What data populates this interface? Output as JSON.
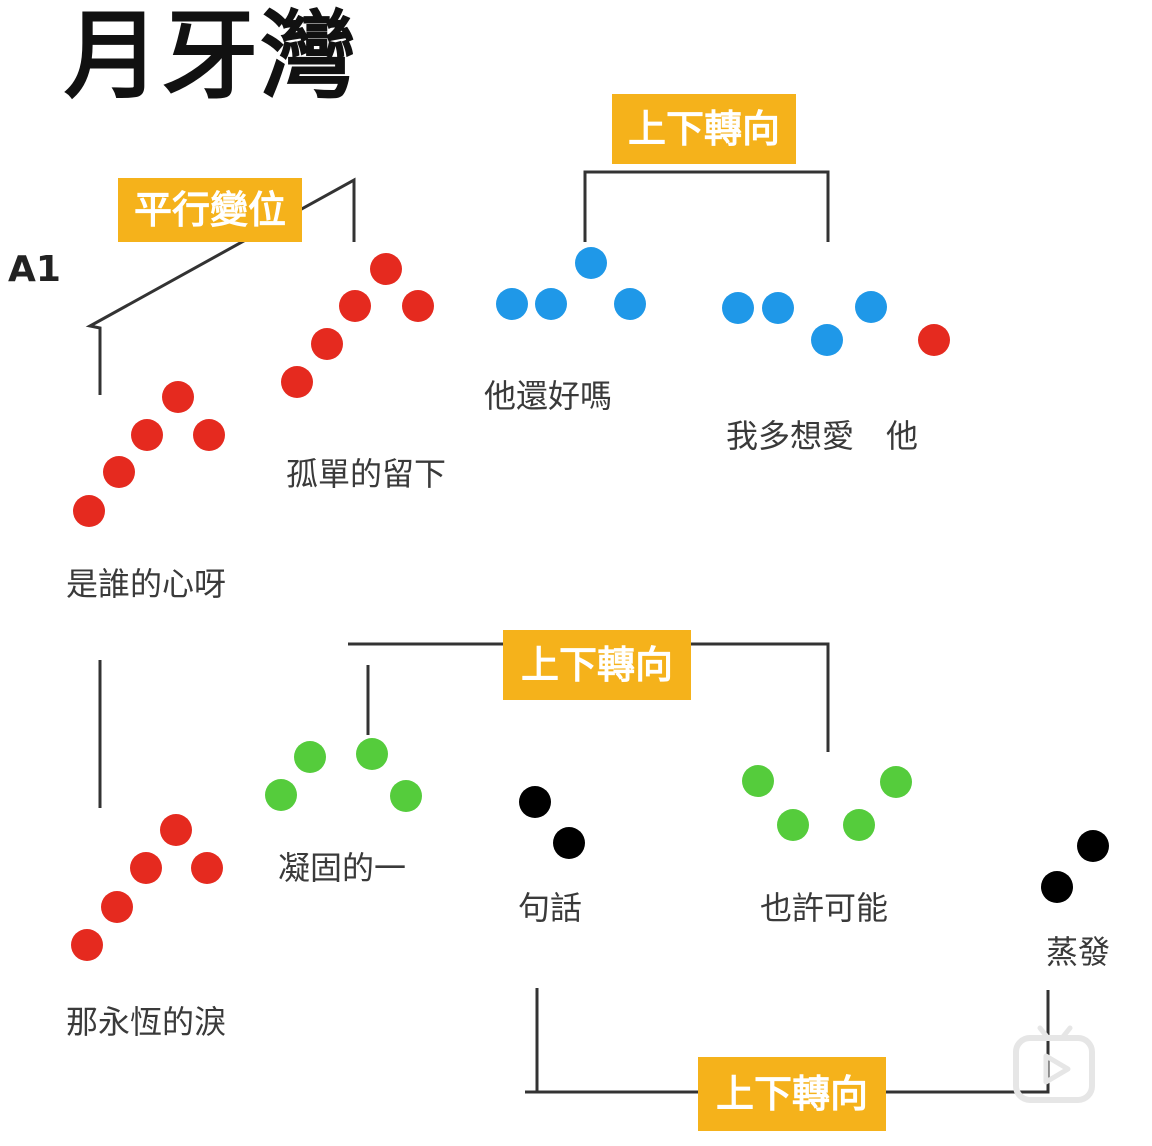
{
  "title": "月牙灣",
  "label_a1": "A1",
  "tags": {
    "parallel_shift": "平行變位",
    "updown_1": "上下轉向",
    "updown_2": "上下轉向",
    "updown_3": "上下轉向"
  },
  "lyrics": {
    "shi_shui": "是誰的心呀",
    "gu_dan": "孤單的留下",
    "ta_hai_hao": "他還好嗎",
    "wo_duo_xiang": "我多想愛　他",
    "na_yong_heng": "那永恆的淚",
    "ning_gu": "凝固的一",
    "ju_hua": "句話",
    "ye_xu": "也許可能",
    "zheng_fa": "蒸發"
  },
  "colors": {
    "red": "#e52a1f",
    "blue": "#1f98e8",
    "green": "#55cc3c",
    "black": "#000000",
    "tag_bg": "#f5b21b",
    "line": "#333333"
  },
  "dot_groups": [
    {
      "id": "shi-shui",
      "color": "red"
    },
    {
      "id": "gu-dan",
      "color": "red"
    },
    {
      "id": "ta-hai-hao",
      "color": "blue"
    },
    {
      "id": "wo-duo-xiang",
      "color": "blue"
    },
    {
      "id": "wo-duo-xiang-end",
      "color": "red"
    },
    {
      "id": "na-yong-heng",
      "color": "red"
    },
    {
      "id": "ning-gu",
      "color": "green"
    },
    {
      "id": "ju-hua",
      "color": "black"
    },
    {
      "id": "ye-xu",
      "color": "green"
    },
    {
      "id": "zheng-fa",
      "color": "black"
    }
  ]
}
